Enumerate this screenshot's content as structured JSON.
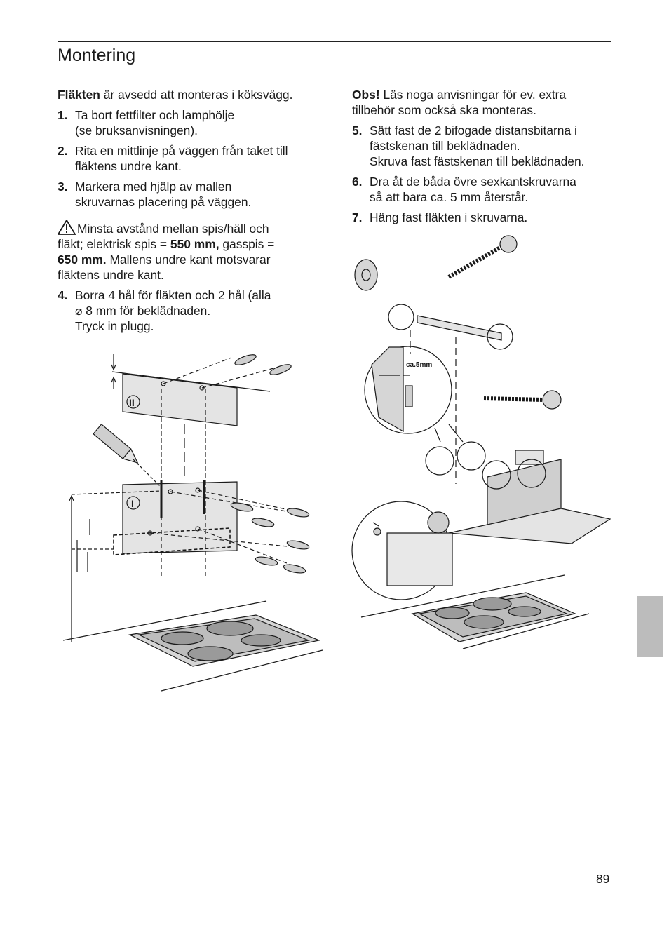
{
  "header": {
    "title": "Montering"
  },
  "left": {
    "intro_bold": "Fläkten",
    "intro_rest": " är avsedd att monteras i köksvägg.",
    "steps": [
      {
        "num": "1.",
        "lines": [
          "Ta bort fettfilter och lamphölje",
          "(se bruksanvisningen)."
        ]
      },
      {
        "num": "2.",
        "lines": [
          "Rita en mittlinje på väggen från taket till",
          "fläktens undre kant."
        ]
      },
      {
        "num": "3.",
        "lines": [
          "Markera med hjälp av mallen",
          "skruvarnas placering på väggen."
        ]
      }
    ],
    "warning": {
      "t1": "Minsta avstånd mellan spis/häll och",
      "t2": "fläkt; elektrisk spis = ",
      "b1": "550 mm,",
      "t3": " gasspis =",
      "b2": "650 mm.",
      "t4": " Mallens undre kant motsvarar",
      "t5": "fläktens undre kant."
    },
    "step4": {
      "num": "4.",
      "lines": [
        "Borra 4 hål för fläkten och 2 hål (alla",
        "⌀ 8 mm för beklädnaden.",
        "Tryck in plugg."
      ]
    }
  },
  "right": {
    "intro_bold": "Obs!",
    "intro_rest": " Läs noga anvisningar för ev. extra tillbehör som också ska monteras.",
    "steps": [
      {
        "num": "5.",
        "lines": [
          "Sätt fast de 2 bifogade distansbitarna i",
          "fästskenan till beklädnaden.",
          "Skruva fast fästskenan till beklädnaden."
        ]
      },
      {
        "num": "6.",
        "lines": [
          "Dra åt de båda övre sexkantskruvarna",
          "så att bara ca. 5 mm återstår."
        ]
      },
      {
        "num": "7.",
        "lines": [
          "Häng fast fläkten i skruvarna."
        ]
      }
    ]
  },
  "figure_left": {
    "label_top": "II",
    "label_bottom": "I"
  },
  "figure_right": {
    "zoom_label": "ca.5mm"
  },
  "footer": {
    "page_number": "89"
  }
}
